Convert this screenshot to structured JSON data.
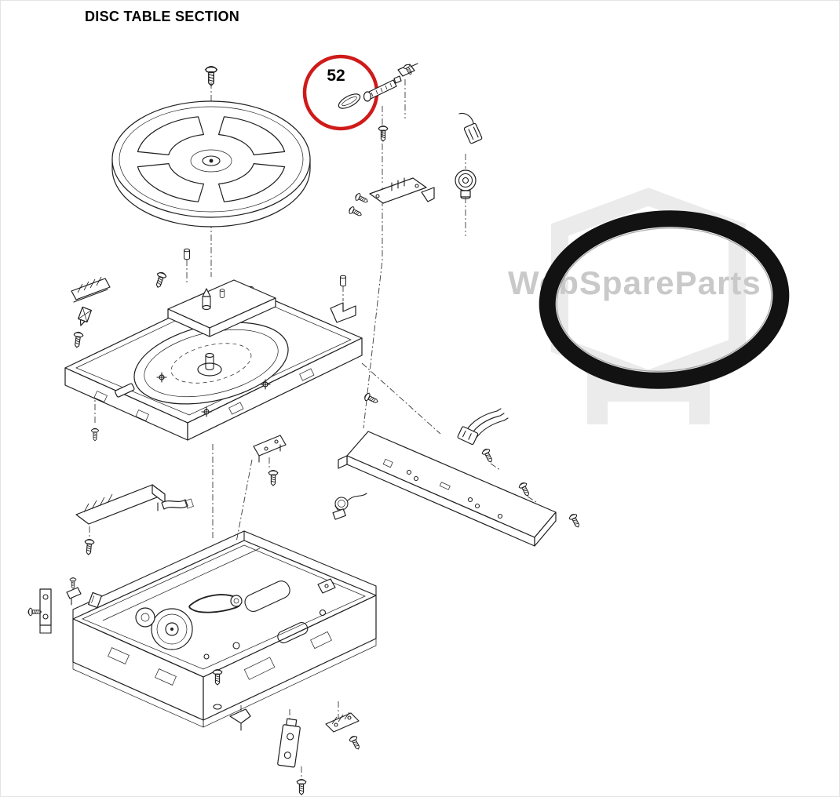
{
  "header": {
    "title": "DISC TABLE SECTION"
  },
  "callout": {
    "number": "52",
    "color": "#cf1a1a"
  },
  "watermark": {
    "text": "WebSpareParts",
    "color": "#c9c9c9",
    "emblem_color": "#ebebeb"
  },
  "belt": {
    "color": "#121212"
  }
}
